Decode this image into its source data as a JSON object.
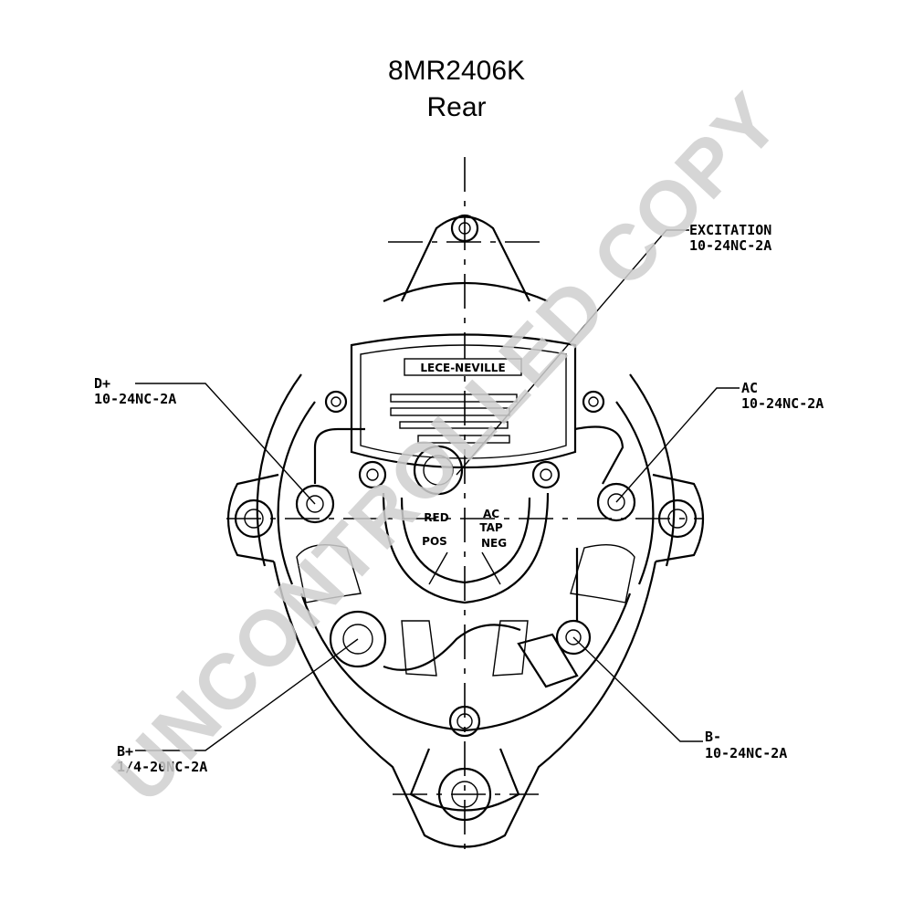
{
  "header": {
    "model": "8MR2406K",
    "view": "Rear"
  },
  "brand_plate": {
    "logo_text": "LECE-NEVILLE"
  },
  "terminals": {
    "excitation": {
      "name": "EXCITATION",
      "thread": "10-24NC-2A"
    },
    "d_plus": {
      "name": "D+",
      "thread": "10-24NC-2A"
    },
    "ac": {
      "name": "AC",
      "thread": "10-24NC-2A"
    },
    "b_plus": {
      "name": "B+",
      "thread": "1/4-20NC-2A"
    },
    "b_minus": {
      "name": "B-",
      "thread": "10-24NC-2A"
    }
  },
  "embossed": {
    "red": "RED",
    "pos": "POS",
    "ac_tap_1": "AC",
    "ac_tap_2": "TAP",
    "neg": "NEG"
  },
  "watermark": {
    "text": "UNCONTROLLED COPY",
    "color": "#cfcfcf"
  }
}
